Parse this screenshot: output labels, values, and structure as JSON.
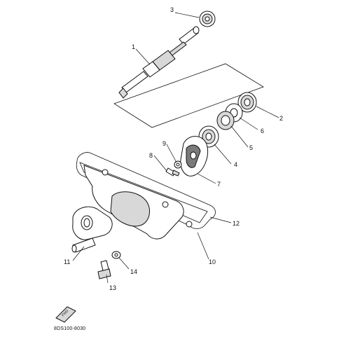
{
  "drawing_code": "8DS100-8030",
  "fwd_label": "FWD",
  "callouts": [
    {
      "id": "1",
      "label": "1"
    },
    {
      "id": "2",
      "label": "2"
    },
    {
      "id": "3",
      "label": "3"
    },
    {
      "id": "4",
      "label": "4"
    },
    {
      "id": "5",
      "label": "5"
    },
    {
      "id": "6",
      "label": "6"
    },
    {
      "id": "7",
      "label": "7"
    },
    {
      "id": "8",
      "label": "8"
    },
    {
      "id": "9",
      "label": "9"
    },
    {
      "id": "10",
      "label": "10"
    },
    {
      "id": "11",
      "label": "11"
    },
    {
      "id": "12",
      "label": "12"
    },
    {
      "id": "13",
      "label": "13"
    },
    {
      "id": "14",
      "label": "14"
    }
  ]
}
